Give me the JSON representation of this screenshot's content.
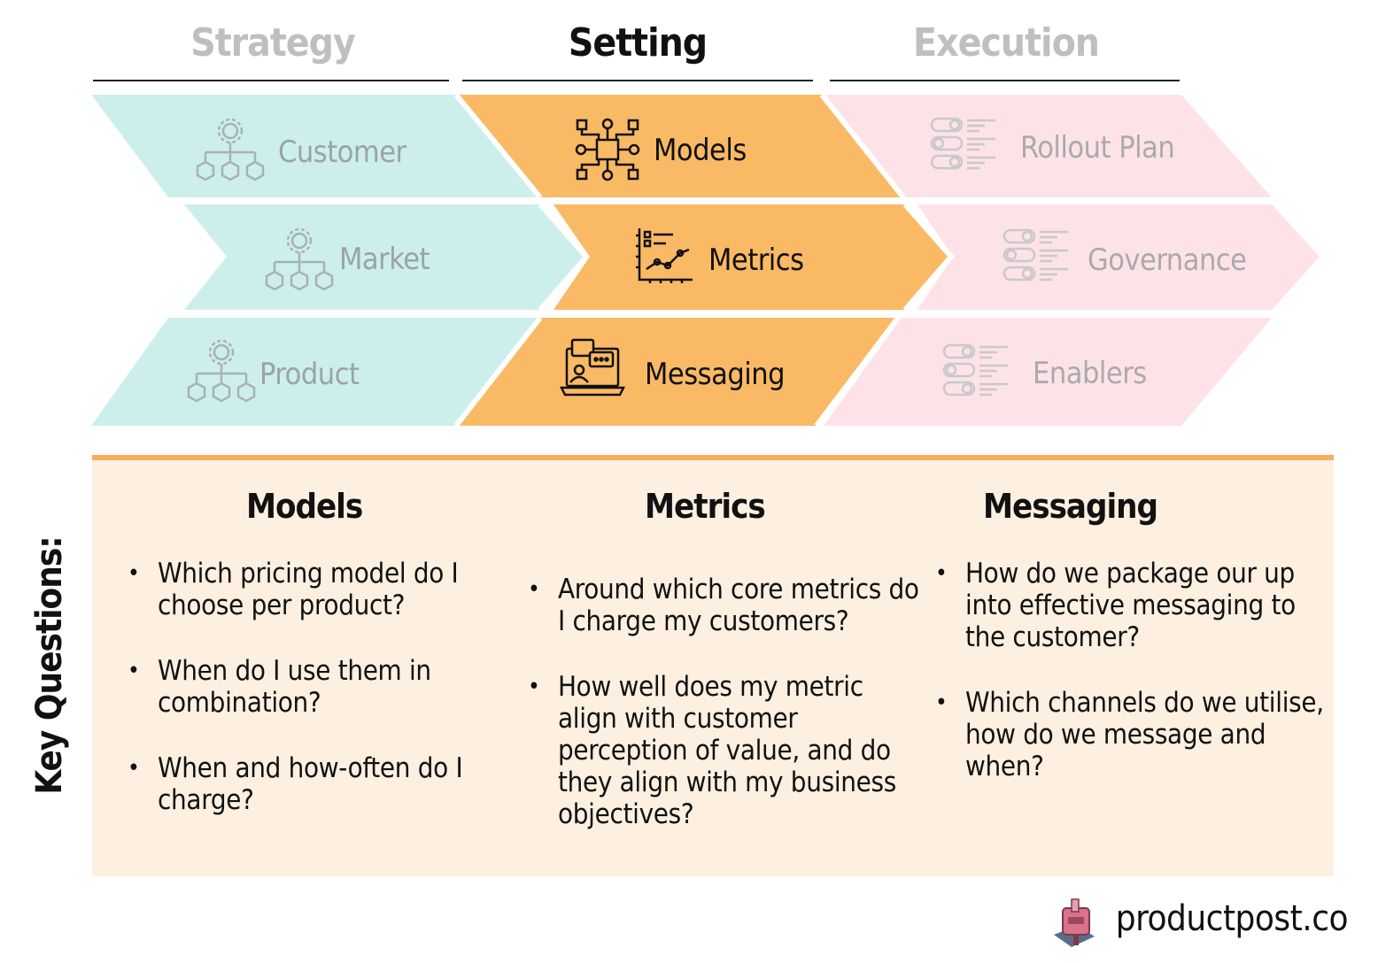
{
  "header": {
    "phases": [
      {
        "label": "Strategy",
        "color": "#bfbfbf"
      },
      {
        "label": "Setting",
        "color": "#111111"
      },
      {
        "label": "Execution",
        "color": "#bfbfbf"
      }
    ]
  },
  "flow": {
    "strategy": {
      "fill": "#ccefec",
      "text_color": "#9ca3a4",
      "items": [
        {
          "label": "Customer",
          "icon": "org-hierarchy-icon"
        },
        {
          "label": "Market",
          "icon": "org-hierarchy-icon"
        },
        {
          "label": "Product",
          "icon": "org-hierarchy-icon"
        }
      ]
    },
    "setting": {
      "fill": "#f9b965",
      "text_color": "#111111",
      "items": [
        {
          "label": "Models",
          "icon": "circuit-chip-icon"
        },
        {
          "label": "Metrics",
          "icon": "line-chart-icon"
        },
        {
          "label": "Messaging",
          "icon": "laptop-chat-icon"
        }
      ]
    },
    "execution": {
      "fill": "#fde3e8",
      "text_color": "#aaaaaa",
      "items": [
        {
          "label": "Rollout Plan",
          "icon": "toggle-list-icon"
        },
        {
          "label": "Governance",
          "icon": "toggle-list-icon"
        },
        {
          "label": "Enablers",
          "icon": "toggle-list-icon"
        }
      ]
    }
  },
  "questions": {
    "side_label": "Key Questions:",
    "columns": [
      {
        "title": "Models",
        "items": [
          "Which pricing model do I choose per product?",
          "When do I use them in combination?",
          "When and how-often do I charge?"
        ]
      },
      {
        "title": "Metrics",
        "items": [
          "Around which core metrics do I charge my customers?",
          "How well does my metric align with customer perception of value, and do they align with my business objectives?"
        ]
      },
      {
        "title": "Messaging",
        "items": [
          "How do we package our up into effective messaging to the customer?",
          "Which channels do we utilise, how do we message and when?"
        ]
      }
    ],
    "accent": "#f8ae5c",
    "background": "#fdf0e1"
  },
  "brand": {
    "text": "productpost.co",
    "icon": "mailbox-icon"
  }
}
